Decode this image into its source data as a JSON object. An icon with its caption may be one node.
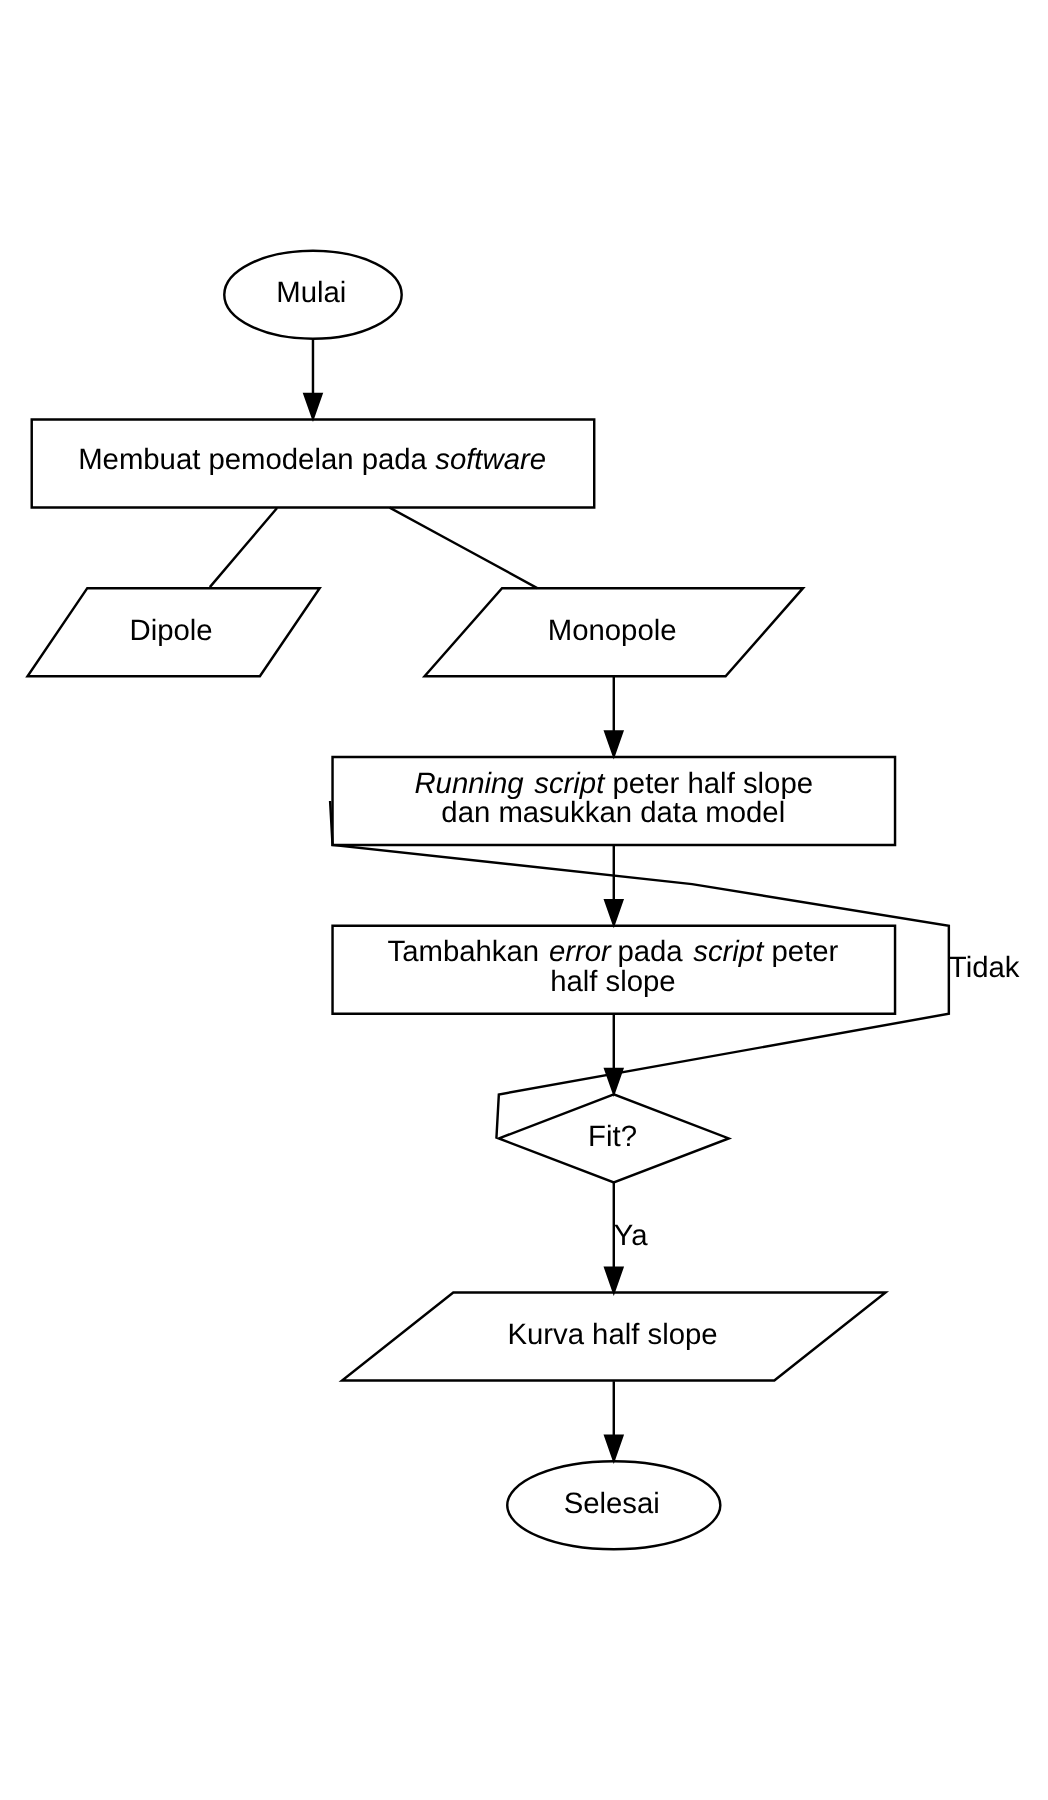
{
  "diagram": {
    "nodes": [
      {
        "text": [
          "Mulai"
        ]
      },
      {
        "text": [
          "Membuat pemodelan pada *software*"
        ]
      },
      {
        "text": [
          "Dipole"
        ]
      },
      {
        "text": [
          "Monopole"
        ]
      },
      {
        "text": [
          "*Running script* peter half slope dan masukkan data model"
        ]
      },
      {
        "text": [
          "Tambahkan *error* pada *script* peter half slope"
        ]
      },
      {
        "text": [
          "Fit?"
        ]
      },
      {
        "text": [
          "Kurva half slope"
        ]
      },
      {
        "text": [
          "Selesai"
        ]
      }
    ],
    "edges": [
      {
        "from": 0,
        "to": 1,
        "arrow": "to"
      },
      {
        "from": 1,
        "to": 2,
        "arrow": "none"
      },
      {
        "from": 1,
        "to": 3,
        "arrow": "none"
      },
      {
        "from": 3,
        "to": 4,
        "arrow": "to"
      },
      {
        "from": 4,
        "to": 5,
        "arrow": "to"
      },
      {
        "from": 5,
        "to": 6,
        "arrow": "to"
      },
      {
        "from": 6,
        "to": 4,
        "arrow": "none",
        "label": "Tidak"
      },
      {
        "from": 6,
        "to": 7,
        "arrow": "to",
        "label": "Ya"
      },
      {
        "from": 7,
        "to": 8,
        "arrow": "to"
      }
    ]
  }
}
